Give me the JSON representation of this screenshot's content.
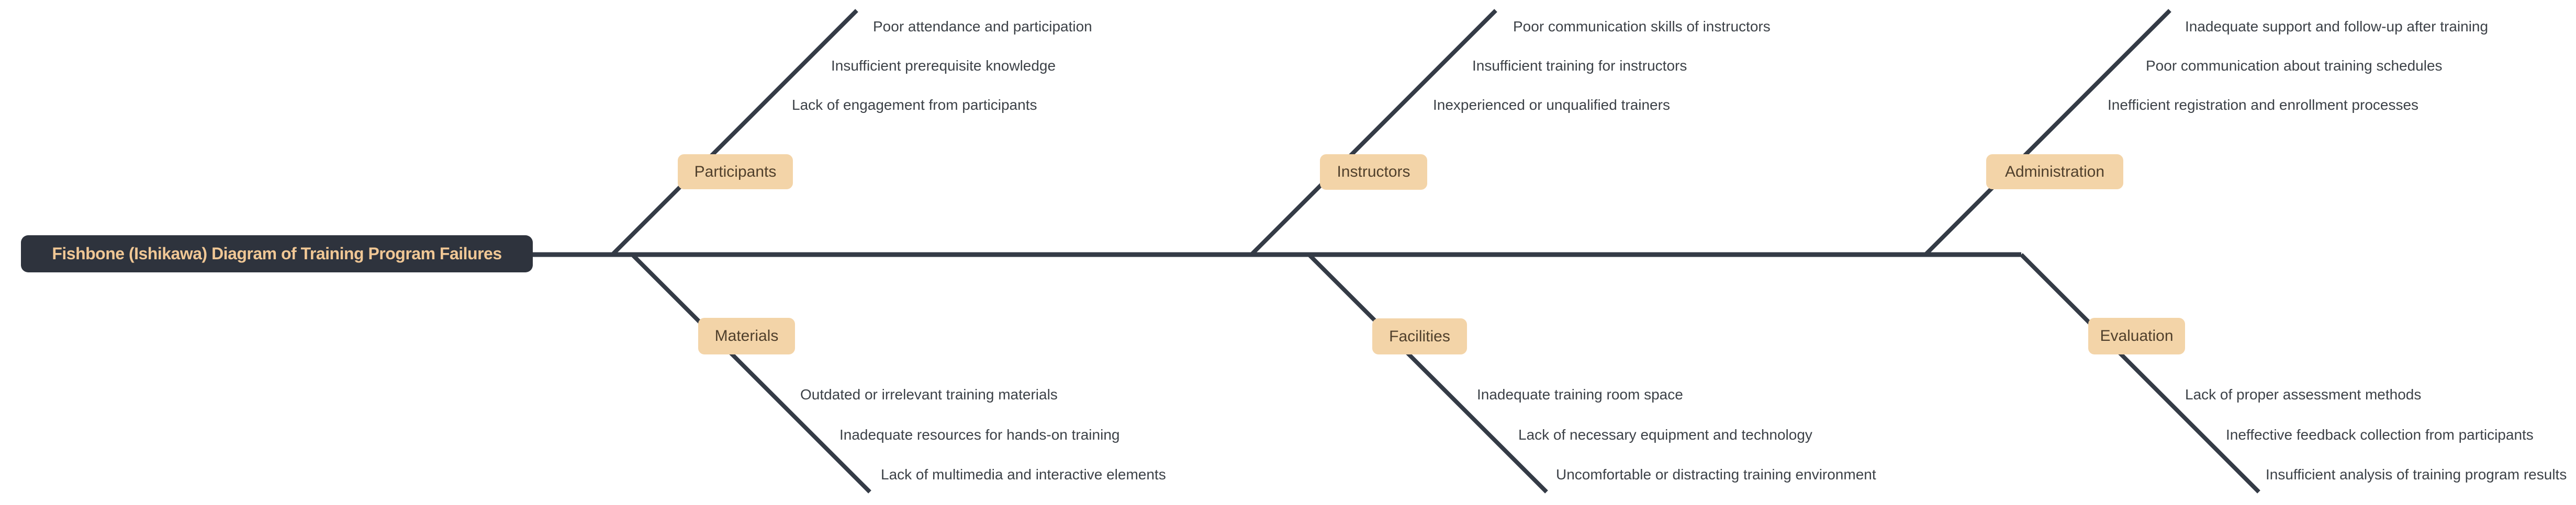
{
  "title": "Fishbone (Ishikawa) Diagram of Training Program Failures",
  "colors": {
    "background": "#ffffff",
    "bone_line": "#343b46",
    "title_bg": "#2e333d",
    "title_text": "#f0c795",
    "category_bg": "#f3d4a8",
    "category_text": "#50402c",
    "cause_text": "#3c4147"
  },
  "branches": [
    {
      "label": "Participants",
      "position": "top",
      "causes": [
        "Poor attendance and participation",
        "Insufficient prerequisite knowledge",
        "Lack of engagement from participants"
      ]
    },
    {
      "label": "Instructors",
      "position": "top",
      "causes": [
        "Poor communication skills of instructors",
        "Insufficient training for instructors",
        "Inexperienced or unqualified trainers"
      ]
    },
    {
      "label": "Administration",
      "position": "top",
      "causes": [
        "Inadequate support and follow-up after training",
        "Poor communication about training schedules",
        "Inefficient registration and enrollment processes"
      ]
    },
    {
      "label": "Materials",
      "position": "bottom",
      "causes": [
        "Outdated or irrelevant training materials",
        "Inadequate resources for hands-on training",
        "Lack of multimedia and interactive elements"
      ]
    },
    {
      "label": "Facilities",
      "position": "bottom",
      "causes": [
        "Inadequate training room space",
        "Lack of necessary equipment and technology",
        "Uncomfortable or distracting training environment"
      ]
    },
    {
      "label": "Evaluation",
      "position": "bottom",
      "causes": [
        "Lack of proper assessment methods",
        "Ineffective feedback collection from participants",
        "Insufficient analysis of training program results"
      ]
    }
  ]
}
